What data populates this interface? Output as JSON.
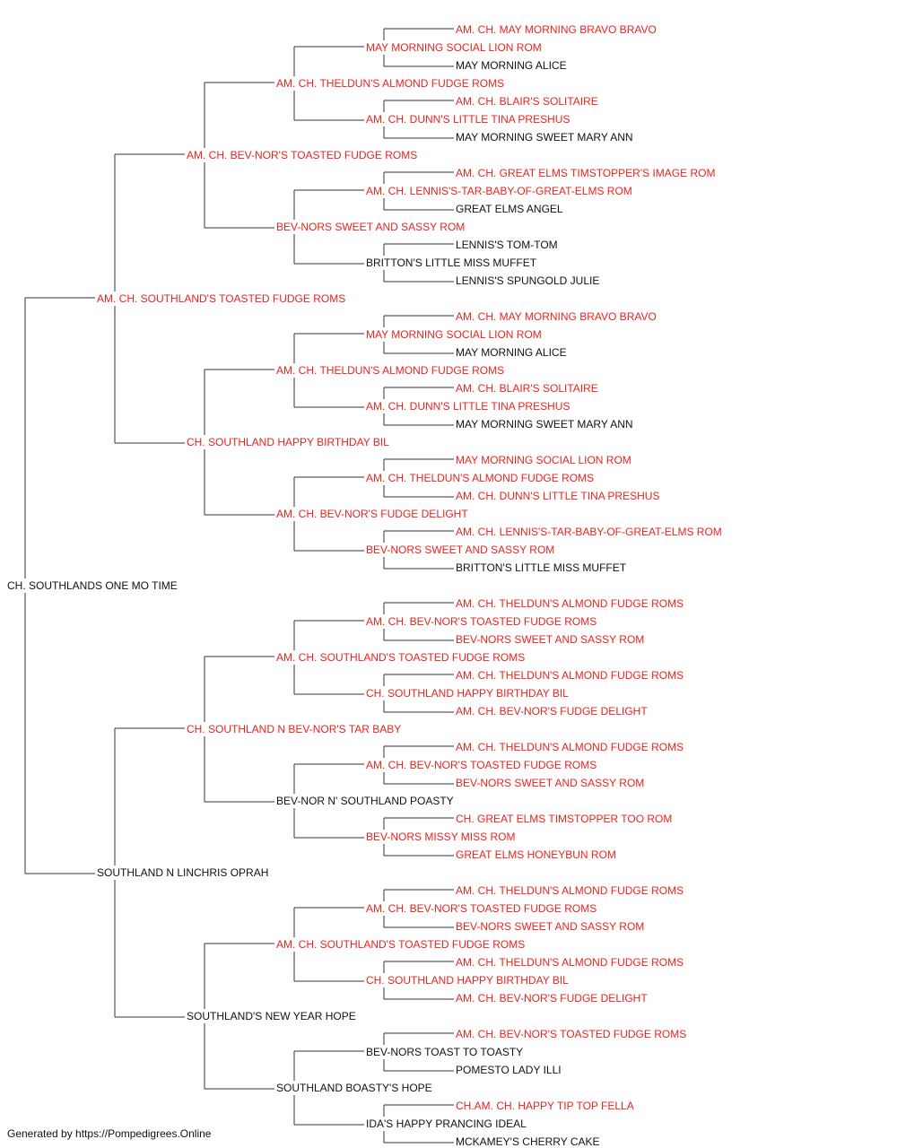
{
  "footer": "Generated by https://Pompedigrees.Online",
  "colors": {
    "champion": "#e8231f",
    "plain": "#111111",
    "line": "#333333"
  },
  "pedigree": {
    "name": "CH. SOUTHLANDS ONE MO TIME",
    "champ": false,
    "sire": {
      "name": "AM. CH. SOUTHLAND'S TOASTED FUDGE ROMS",
      "champ": true,
      "sire": {
        "name": "AM. CH. BEV-NOR'S TOASTED FUDGE ROMS",
        "champ": true,
        "sire": {
          "name": "AM. CH. THELDUN'S ALMOND FUDGE ROMS",
          "champ": true,
          "sire": {
            "name": "MAY MORNING SOCIAL LION ROM",
            "champ": true,
            "sire": {
              "name": "AM. CH. MAY MORNING BRAVO BRAVO",
              "champ": true
            },
            "dam": {
              "name": "MAY MORNING ALICE",
              "champ": false
            }
          },
          "dam": {
            "name": "AM. CH. DUNN'S LITTLE TINA PRESHUS",
            "champ": true,
            "sire": {
              "name": "AM. CH. BLAIR'S SOLITAIRE",
              "champ": true
            },
            "dam": {
              "name": "MAY MORNING SWEET MARY ANN",
              "champ": false
            }
          }
        },
        "dam": {
          "name": "BEV-NORS SWEET AND SASSY ROM",
          "champ": true,
          "sire": {
            "name": "AM. CH. LENNIS'S-TAR-BABY-OF-GREAT-ELMS ROM",
            "champ": true,
            "sire": {
              "name": "AM. CH. GREAT ELMS TIMSTOPPER'S IMAGE ROM",
              "champ": true
            },
            "dam": {
              "name": "GREAT ELMS ANGEL",
              "champ": false
            }
          },
          "dam": {
            "name": "BRITTON'S LITTLE MISS MUFFET",
            "champ": false,
            "sire": {
              "name": "LENNIS'S TOM-TOM",
              "champ": false
            },
            "dam": {
              "name": "LENNIS'S SPUNGOLD JULIE",
              "champ": false
            }
          }
        }
      },
      "dam": {
        "name": "CH. SOUTHLAND HAPPY BIRTHDAY BIL",
        "champ": true,
        "sire": {
          "name": "AM. CH. THELDUN'S ALMOND FUDGE ROMS",
          "champ": true,
          "sire": {
            "name": "MAY MORNING SOCIAL LION ROM",
            "champ": true,
            "sire": {
              "name": "AM. CH. MAY MORNING BRAVO BRAVO",
              "champ": true
            },
            "dam": {
              "name": "MAY MORNING ALICE",
              "champ": false
            }
          },
          "dam": {
            "name": "AM. CH. DUNN'S LITTLE TINA PRESHUS",
            "champ": true,
            "sire": {
              "name": "AM. CH. BLAIR'S SOLITAIRE",
              "champ": true
            },
            "dam": {
              "name": "MAY MORNING SWEET MARY ANN",
              "champ": false
            }
          }
        },
        "dam": {
          "name": "AM. CH. BEV-NOR'S FUDGE DELIGHT",
          "champ": true,
          "sire": {
            "name": "AM. CH. THELDUN'S ALMOND FUDGE ROMS",
            "champ": true,
            "sire": {
              "name": "MAY MORNING SOCIAL LION ROM",
              "champ": true
            },
            "dam": {
              "name": "AM. CH. DUNN'S LITTLE TINA PRESHUS",
              "champ": true
            }
          },
          "dam": {
            "name": "BEV-NORS SWEET AND SASSY ROM",
            "champ": true,
            "sire": {
              "name": "AM. CH. LENNIS'S-TAR-BABY-OF-GREAT-ELMS ROM",
              "champ": true
            },
            "dam": {
              "name": "BRITTON'S LITTLE MISS MUFFET",
              "champ": false
            }
          }
        }
      }
    },
    "dam": {
      "name": "SOUTHLAND N LINCHRIS OPRAH",
      "champ": false,
      "sire": {
        "name": "CH. SOUTHLAND N BEV-NOR'S TAR BABY",
        "champ": true,
        "sire": {
          "name": "AM. CH. SOUTHLAND'S TOASTED FUDGE ROMS",
          "champ": true,
          "sire": {
            "name": "AM. CH. BEV-NOR'S TOASTED FUDGE ROMS",
            "champ": true,
            "sire": {
              "name": "AM. CH. THELDUN'S ALMOND FUDGE ROMS",
              "champ": true
            },
            "dam": {
              "name": "BEV-NORS SWEET AND SASSY ROM",
              "champ": true
            }
          },
          "dam": {
            "name": "CH. SOUTHLAND HAPPY BIRTHDAY BIL",
            "champ": true,
            "sire": {
              "name": "AM. CH. THELDUN'S ALMOND FUDGE ROMS",
              "champ": true
            },
            "dam": {
              "name": "AM. CH. BEV-NOR'S FUDGE DELIGHT",
              "champ": true
            }
          }
        },
        "dam": {
          "name": "BEV-NOR N' SOUTHLAND POASTY",
          "champ": false,
          "sire": {
            "name": "AM. CH. BEV-NOR'S TOASTED FUDGE ROMS",
            "champ": true,
            "sire": {
              "name": "AM. CH. THELDUN'S ALMOND FUDGE ROMS",
              "champ": true
            },
            "dam": {
              "name": "BEV-NORS SWEET AND SASSY ROM",
              "champ": true
            }
          },
          "dam": {
            "name": "BEV-NORS MISSY MISS ROM",
            "champ": true,
            "sire": {
              "name": "CH. GREAT ELMS TIMSTOPPER TOO ROM",
              "champ": true
            },
            "dam": {
              "name": "GREAT ELMS HONEYBUN ROM",
              "champ": true
            }
          }
        }
      },
      "dam": {
        "name": "SOUTHLAND'S NEW YEAR HOPE",
        "champ": false,
        "sire": {
          "name": "AM. CH. SOUTHLAND'S TOASTED FUDGE ROMS",
          "champ": true,
          "sire": {
            "name": "AM. CH. BEV-NOR'S TOASTED FUDGE ROMS",
            "champ": true,
            "sire": {
              "name": "AM. CH. THELDUN'S ALMOND FUDGE ROMS",
              "champ": true
            },
            "dam": {
              "name": "BEV-NORS SWEET AND SASSY ROM",
              "champ": true
            }
          },
          "dam": {
            "name": "CH. SOUTHLAND HAPPY BIRTHDAY BIL",
            "champ": true,
            "sire": {
              "name": "AM. CH. THELDUN'S ALMOND FUDGE ROMS",
              "champ": true
            },
            "dam": {
              "name": "AM. CH. BEV-NOR'S FUDGE DELIGHT",
              "champ": true
            }
          }
        },
        "dam": {
          "name": "SOUTHLAND BOASTY'S HOPE",
          "champ": false,
          "sire": {
            "name": "BEV-NORS TOAST TO TOASTY",
            "champ": false,
            "sire": {
              "name": "AM. CH. BEV-NOR'S TOASTED FUDGE ROMS",
              "champ": true
            },
            "dam": {
              "name": "POMESTO LADY ILLI",
              "champ": false
            }
          },
          "dam": {
            "name": "IDA'S HAPPY PRANCING IDEAL",
            "champ": false,
            "sire": {
              "name": "CH.AM. CH. HAPPY TIP TOP FELLA",
              "champ": true
            },
            "dam": {
              "name": "MCKAMEY'S CHERRY CAKE",
              "champ": false
            }
          }
        }
      }
    }
  }
}
